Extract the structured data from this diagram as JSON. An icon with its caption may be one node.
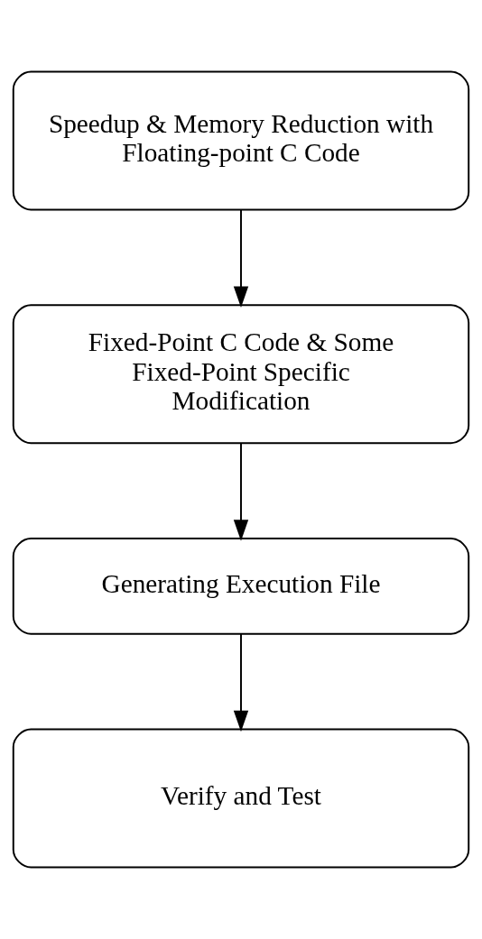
{
  "diagram": {
    "nodes": [
      {
        "text": [
          "Speedup & Memory Reduction with Floating-point C Code"
        ]
      },
      {
        "text": [
          "Fixed-Point C Code & Some Fixed-Point Specific Modification"
        ]
      },
      {
        "text": [
          "Generating Execution File"
        ]
      },
      {
        "text": [
          "Verify and Test"
        ]
      }
    ],
    "edges": [
      {
        "from": 0,
        "to": 1,
        "arrow": "to"
      },
      {
        "from": 1,
        "to": 2,
        "arrow": "to"
      },
      {
        "from": 2,
        "to": 3,
        "arrow": "to"
      }
    ]
  }
}
